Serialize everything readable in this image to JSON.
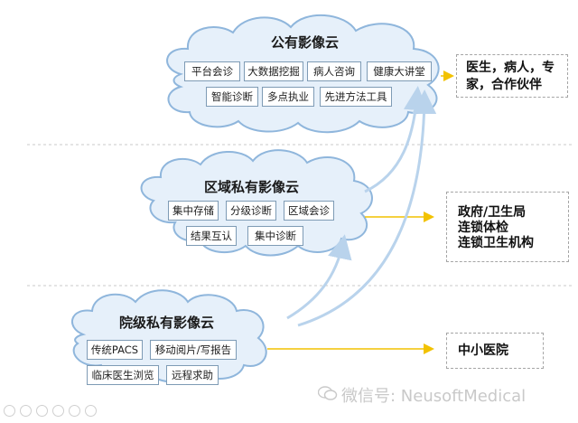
{
  "clouds": {
    "public": {
      "title": "公有影像云",
      "tags": [
        "平台会诊",
        "大数据挖掘",
        "病人咨询",
        "健康大讲堂",
        "智能诊断",
        "多点执业",
        "先进方法工具"
      ]
    },
    "regional": {
      "title": "区域私有影像云",
      "tags": [
        "集中存储",
        "分级诊断",
        "区域会诊",
        "结果互认",
        "集中诊断"
      ]
    },
    "hospital": {
      "title": "院级私有影像云",
      "tags": [
        "传统PACS",
        "移动阅片/写报告",
        "临床医生浏览",
        "远程求助"
      ]
    }
  },
  "targets": {
    "public": {
      "lines": [
        "医生，病人，专",
        "家，合作伙伴"
      ]
    },
    "regional": {
      "lines": [
        "政府/卫生局",
        "连锁体检",
        "连锁卫生机构"
      ]
    },
    "hospital": {
      "lines": [
        "中小医院"
      ]
    }
  },
  "watermark": "微信号: NeusoftMedical",
  "colors": {
    "cloud_fill": "#e6f0fa",
    "cloud_stroke": "#8fb6dc",
    "yellow_arrow": "#f2c200",
    "blue_arrow": "#b9d3ec",
    "divider": "#c8c8c8"
  }
}
